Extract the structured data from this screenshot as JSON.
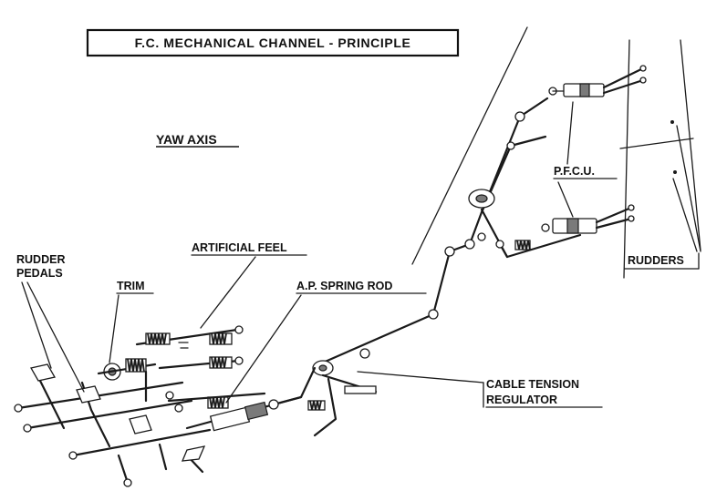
{
  "title": "F.C. MECHANICAL CHANNEL - PRINCIPLE",
  "subtitle": "YAW AXIS",
  "labels": {
    "rudder_pedals_line1": "RUDDER",
    "rudder_pedals_line2": "PEDALS",
    "trim": "TRIM",
    "artificial_feel": "ARTIFICIAL FEEL",
    "ap_spring_rod": "A.P. SPRING ROD",
    "cable_tension_line1": "CABLE TENSION",
    "cable_tension_line2": "REGULATOR",
    "pfcu": "P.F.C.U.",
    "rudders": "RUDDERS"
  },
  "colors": {
    "ink": "#1a1a1a",
    "background": "#ffffff",
    "shading": "#7a7a7a"
  }
}
